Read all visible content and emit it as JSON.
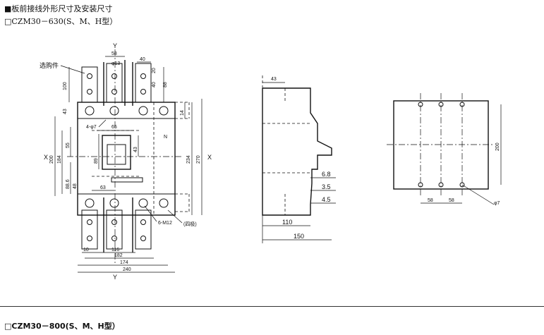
{
  "header": {
    "title": "■板前接线外形尺寸及安装尺寸",
    "subtitle": "□CZM30－630(S、M、H型）",
    "next_section": "□CZM30－800(S、M、H型）"
  },
  "front_view": {
    "axis_top": "Y",
    "axis_bottom": "Y",
    "axis_left": "X",
    "axis_right": "X",
    "optional_part": "选购件",
    "hole_note": "4-φ7",
    "bolt_note": "6-M12",
    "four_pole": "(四极)",
    "n_label": "N",
    "dims": {
      "d58": "58",
      "d13": "φ13",
      "d40": "40",
      "d20": "20",
      "d40b": "40",
      "d88": "88",
      "d100": "100",
      "d43": "43",
      "d14": "14",
      "d65": "65",
      "d43b": "43",
      "d55": "55",
      "d89": "89",
      "d184": "184",
      "d200": "200",
      "d234": "234",
      "d270": "270",
      "d88b": "88.6",
      "d48": "48",
      "d63": "63",
      "d10": "10",
      "d116": "116",
      "d182": "182",
      "d174": "174",
      "d240": "240"
    }
  },
  "side_view": {
    "dims": {
      "d43": "43",
      "d68": "6.8",
      "d35": "3.5",
      "d45": "4.5",
      "d110": "110",
      "d150": "150"
    }
  },
  "mount_view": {
    "dims": {
      "d200": "200",
      "d58a": "58",
      "d58b": "58",
      "dphi7": "φ7"
    }
  }
}
